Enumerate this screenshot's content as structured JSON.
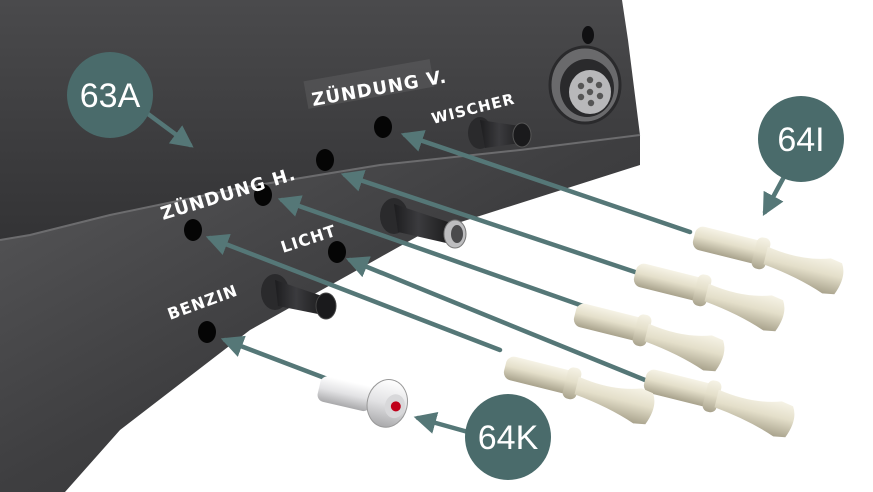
{
  "figure": {
    "panel_labels": {
      "zundung_v": "ZÜNDUNG V.",
      "wischer": "WISCHER",
      "zundung_h": "ZÜNDUNG H.",
      "licht": "LICHT",
      "benzin": "BENZIN"
    },
    "callouts": {
      "c63a": "63A",
      "c64i": "64I",
      "c64k": "64K"
    },
    "colors": {
      "panel": "#3d3d3f",
      "callout": "#4a6b6b",
      "arrow": "#557777",
      "plug": "#e4dfca",
      "key": "#e8e8ea"
    }
  }
}
